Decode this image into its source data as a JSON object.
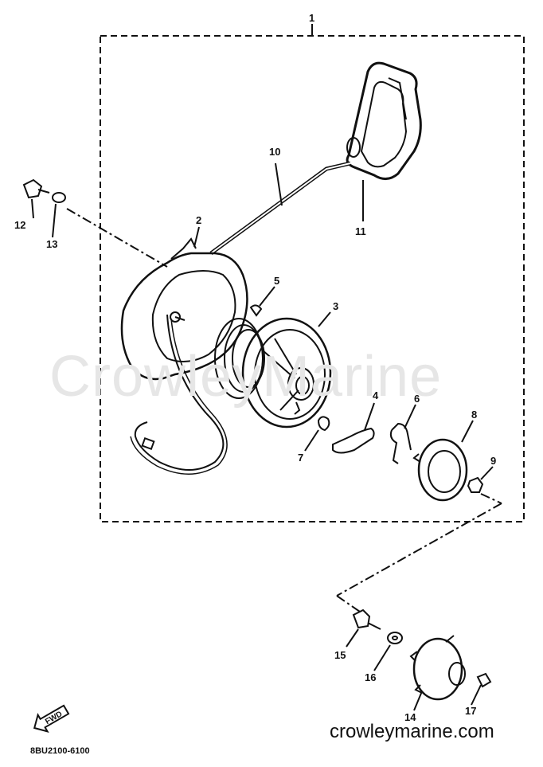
{
  "diagram": {
    "callouts": {
      "p1": "1",
      "p2": "2",
      "p3": "3",
      "p4": "4",
      "p5": "5",
      "p6": "6",
      "p7": "7",
      "p8": "8",
      "p9": "9",
      "p10": "10",
      "p11": "11",
      "p12": "12",
      "p13": "13",
      "p14": "14",
      "p15": "15",
      "p16": "16",
      "p17": "17"
    },
    "watermark": "CrowleyMarine",
    "website": "crowleymarine.com",
    "diagram_code": "8BU2100-6100",
    "fwd_label": "FWD"
  }
}
